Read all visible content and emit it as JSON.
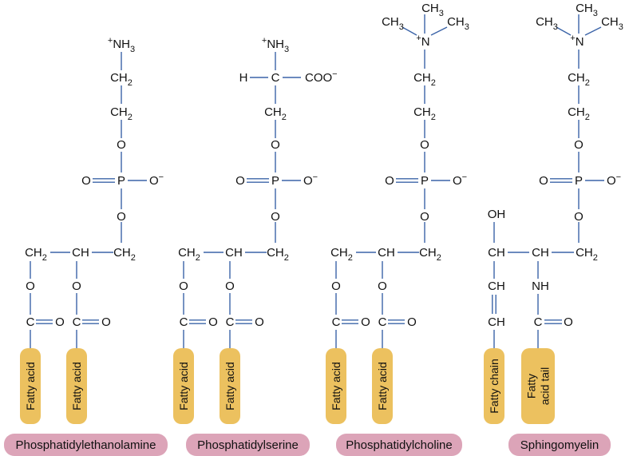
{
  "colors": {
    "bond": "#3b64a8",
    "fatty_tail": "#ecc15f",
    "name_pill": "#dca4b8",
    "text": "#111111"
  },
  "molecules": [
    {
      "id": "phosphatidylethanolamine",
      "name": "Phosphatidylethanolamine",
      "headgroup": [
        {
          "label": "+NH3",
          "text": "NH",
          "sup": "+",
          "sub": "3"
        },
        {
          "label": "CH2",
          "text": "CH",
          "sub": "2"
        },
        {
          "label": "CH2",
          "text": "CH",
          "sub": "2"
        }
      ],
      "phosphate": {
        "top_o": "O",
        "p": "P",
        "double_o": "O",
        "single_o": "O",
        "single_o_charge": "−",
        "bottom_o": "O"
      },
      "backbone": [
        {
          "text": "CH",
          "sub": "2"
        },
        {
          "text": "CH"
        },
        {
          "text": "CH",
          "sub": "2"
        }
      ],
      "ester_links": [
        {
          "o": "O",
          "c": "C",
          "double_o": "O"
        },
        {
          "o": "O",
          "c": "C",
          "double_o": "O"
        }
      ],
      "tails": [
        "Fatty acid",
        "Fatty acid"
      ]
    },
    {
      "id": "phosphatidylserine",
      "name": "Phosphatidylserine",
      "headgroup": [
        {
          "label": "+NH3",
          "text": "NH",
          "sup": "+",
          "sub": "3"
        },
        {
          "label": "H-C-COO-",
          "left": "H",
          "text": "C",
          "right": "COO",
          "right_charge": "−"
        },
        {
          "label": "CH2",
          "text": "CH",
          "sub": "2"
        }
      ],
      "phosphate": {
        "top_o": "O",
        "p": "P",
        "double_o": "O",
        "single_o": "O",
        "single_o_charge": "−",
        "bottom_o": "O"
      },
      "backbone": [
        {
          "text": "CH",
          "sub": "2"
        },
        {
          "text": "CH"
        },
        {
          "text": "CH",
          "sub": "2"
        }
      ],
      "ester_links": [
        {
          "o": "O",
          "c": "C",
          "double_o": "O"
        },
        {
          "o": "O",
          "c": "C",
          "double_o": "O"
        }
      ],
      "tails": [
        "Fatty acid",
        "Fatty acid"
      ]
    },
    {
      "id": "phosphatidylcholine",
      "name": "Phosphatidylcholine",
      "choline": {
        "center": "N",
        "charge": "+",
        "methyls": [
          {
            "text": "CH",
            "sub": "3"
          },
          {
            "text": "CH",
            "sub": "3"
          },
          {
            "text": "CH",
            "sub": "3"
          }
        ]
      },
      "headgroup": [
        {
          "label": "CH2",
          "text": "CH",
          "sub": "2"
        },
        {
          "label": "CH2",
          "text": "CH",
          "sub": "2"
        }
      ],
      "phosphate": {
        "top_o": "O",
        "p": "P",
        "double_o": "O",
        "single_o": "O",
        "single_o_charge": "−",
        "bottom_o": "O"
      },
      "backbone": [
        {
          "text": "CH",
          "sub": "2"
        },
        {
          "text": "CH"
        },
        {
          "text": "CH",
          "sub": "2"
        }
      ],
      "ester_links": [
        {
          "o": "O",
          "c": "C",
          "double_o": "O"
        },
        {
          "o": "O",
          "c": "C",
          "double_o": "O"
        }
      ],
      "tails": [
        "Fatty acid",
        "Fatty acid"
      ]
    },
    {
      "id": "sphingomyelin",
      "name": "Sphingomyelin",
      "choline": {
        "center": "N",
        "charge": "+",
        "methyls": [
          {
            "text": "CH",
            "sub": "3"
          },
          {
            "text": "CH",
            "sub": "3"
          },
          {
            "text": "CH",
            "sub": "3"
          }
        ]
      },
      "headgroup": [
        {
          "label": "CH2",
          "text": "CH",
          "sub": "2"
        },
        {
          "label": "CH2",
          "text": "CH",
          "sub": "2"
        }
      ],
      "phosphate": {
        "top_o": "O",
        "p": "P",
        "double_o": "O",
        "single_o": "O",
        "single_o_charge": "−",
        "bottom_o": "O"
      },
      "backbone": [
        {
          "text": "CH"
        },
        {
          "text": "CH"
        },
        {
          "text": "CH",
          "sub": "2"
        }
      ],
      "sphingosine": {
        "hydroxyl": "OH",
        "alkene_top": "CH",
        "alkene_bottom": "CH"
      },
      "amide": {
        "nh": "NH",
        "c": "C",
        "double_o": "O"
      },
      "tails": [
        "Fatty chain",
        "Fatty acid tail"
      ],
      "tail_lines": [
        [
          "Fatty chain"
        ],
        [
          "Fatty",
          "acid tail"
        ]
      ]
    }
  ]
}
